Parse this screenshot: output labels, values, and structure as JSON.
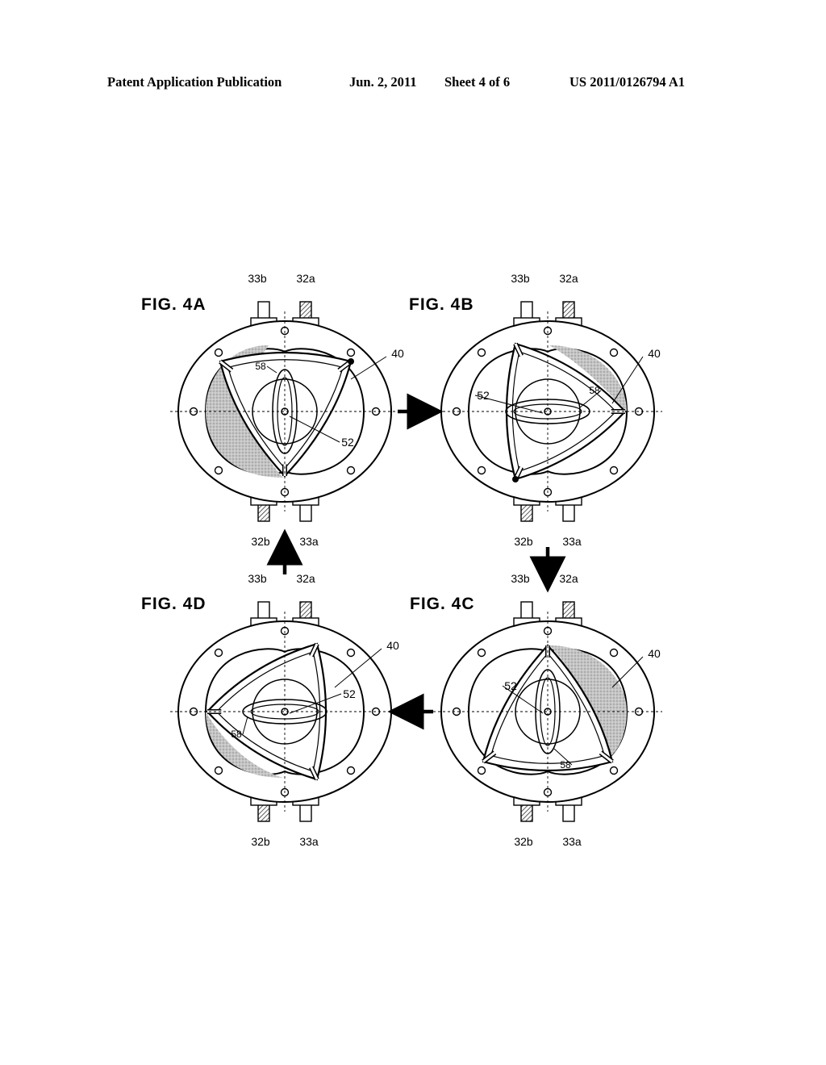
{
  "header": {
    "publication": "Patent Application Publication",
    "date": "Jun. 2, 2011",
    "sheet": "Sheet 4 of 6",
    "number": "US 2011/0126794 A1"
  },
  "figures": [
    {
      "id": "4A",
      "label": "FIG. 4A",
      "top_left_port": "33b",
      "top_right_port": "32a",
      "bottom_left_port": "32b",
      "bottom_right_port": "33a",
      "ref_rotor": "40",
      "ref_shaft": "52",
      "ref_gear": "58"
    },
    {
      "id": "4B",
      "label": "FIG. 4B",
      "top_left_port": "33b",
      "top_right_port": "32a",
      "bottom_left_port": "32b",
      "bottom_right_port": "33a",
      "ref_rotor": "40",
      "ref_shaft": "52",
      "ref_gear": "58"
    },
    {
      "id": "4C",
      "label": "FIG. 4C",
      "top_left_port": "33b",
      "top_right_port": "32a",
      "bottom_left_port": "32b",
      "bottom_right_port": "33a",
      "ref_rotor": "40",
      "ref_shaft": "52",
      "ref_gear": "58"
    },
    {
      "id": "4D",
      "label": "FIG. 4D",
      "top_left_port": "33b",
      "top_right_port": "32a",
      "bottom_left_port": "32b",
      "bottom_right_port": "33a",
      "ref_rotor": "40",
      "ref_shaft": "52",
      "ref_gear": "58"
    }
  ],
  "sequence_arrows": [
    {
      "from": "4A",
      "to": "4B",
      "direction": "right"
    },
    {
      "from": "4B",
      "to": "4C",
      "direction": "down"
    },
    {
      "from": "4C",
      "to": "4D",
      "direction": "left"
    },
    {
      "from": "4D",
      "to": "4A",
      "direction": "up"
    }
  ],
  "colors": {
    "line": "#000000",
    "shade": "#bdbdbd",
    "hatch": "#444444"
  }
}
